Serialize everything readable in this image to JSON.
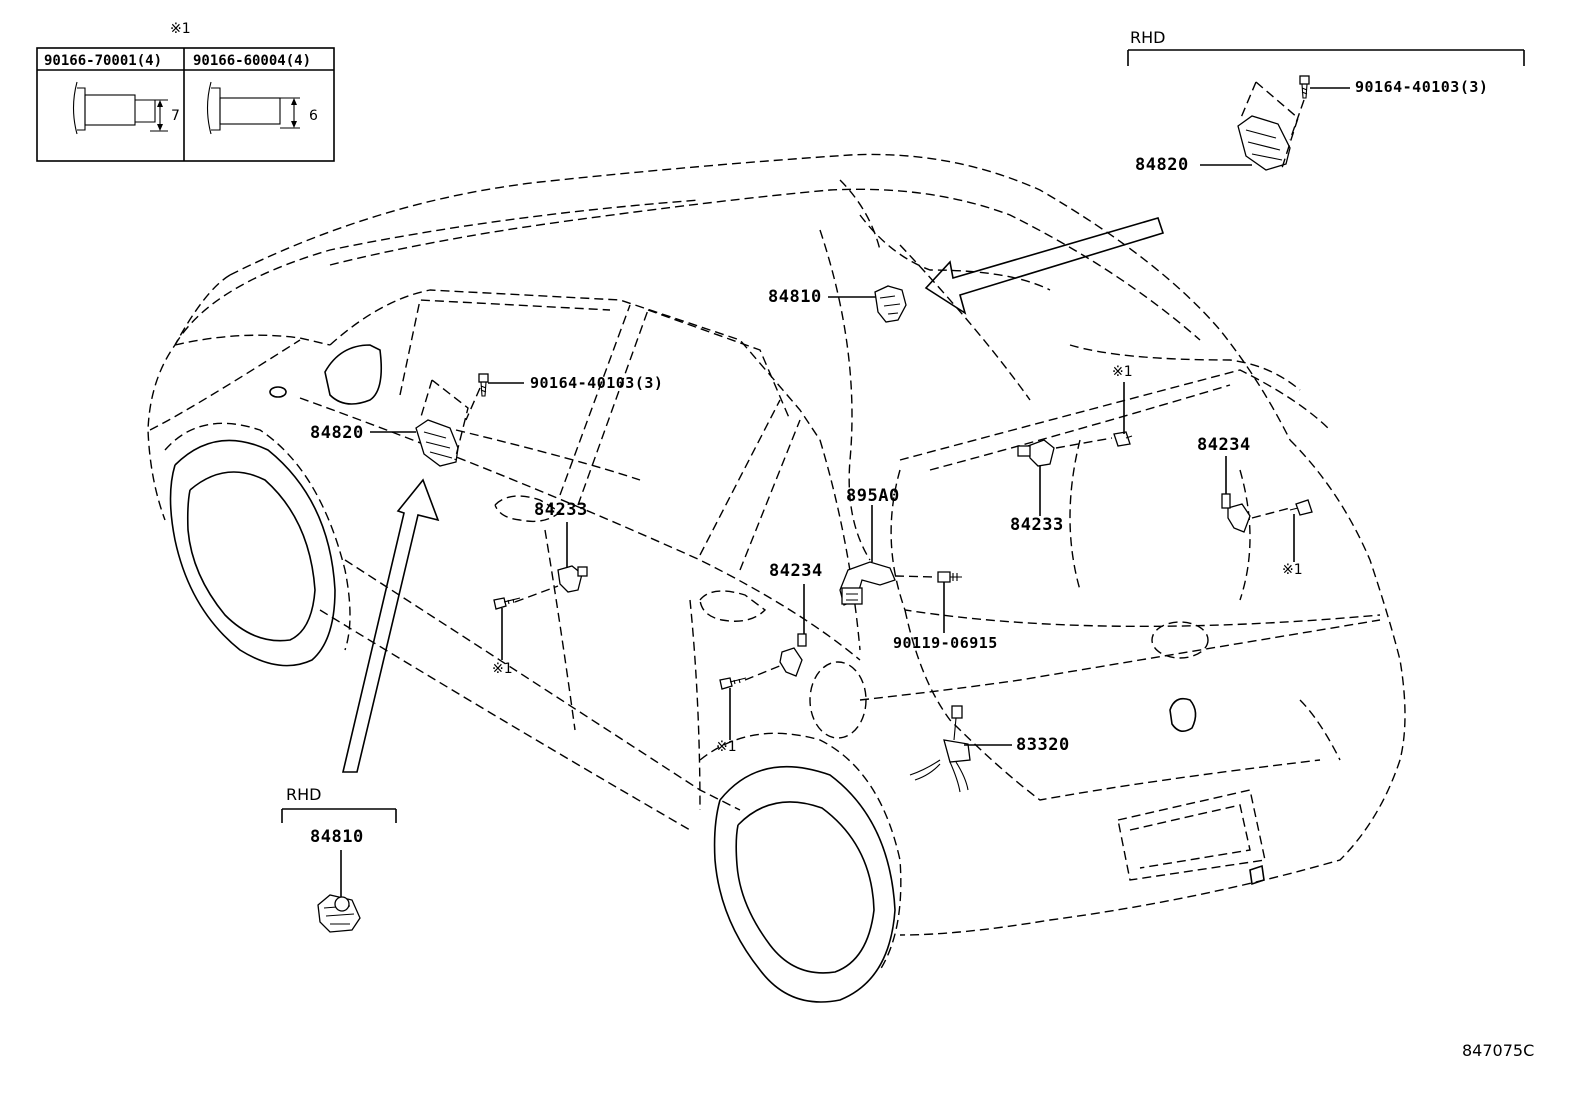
{
  "fastener_table": {
    "note_mark": "※1",
    "cols": [
      {
        "part": "90166-70001(4)",
        "dim": "7"
      },
      {
        "part": "90166-60004(4)",
        "dim": "6"
      }
    ]
  },
  "rhd_top": {
    "label": "RHD",
    "parts": [
      "90164-40103(3)",
      "84820"
    ]
  },
  "rhd_bottom": {
    "label": "RHD",
    "parts": [
      "84810"
    ]
  },
  "callouts": {
    "p84810": "84810",
    "p84820": "84820",
    "screw_front": "90164-40103(3)",
    "p84233_front": "84233",
    "p84233_rear": "84233",
    "p84234_rear": "84234",
    "p84234_side": "84234",
    "p895A0": "895A0",
    "p90119": "90119-06915",
    "p83320": "83320",
    "note_a": "※1",
    "note_b": "※1",
    "note_c": "※1",
    "note_d": "※1"
  },
  "figure_id": "847075C"
}
